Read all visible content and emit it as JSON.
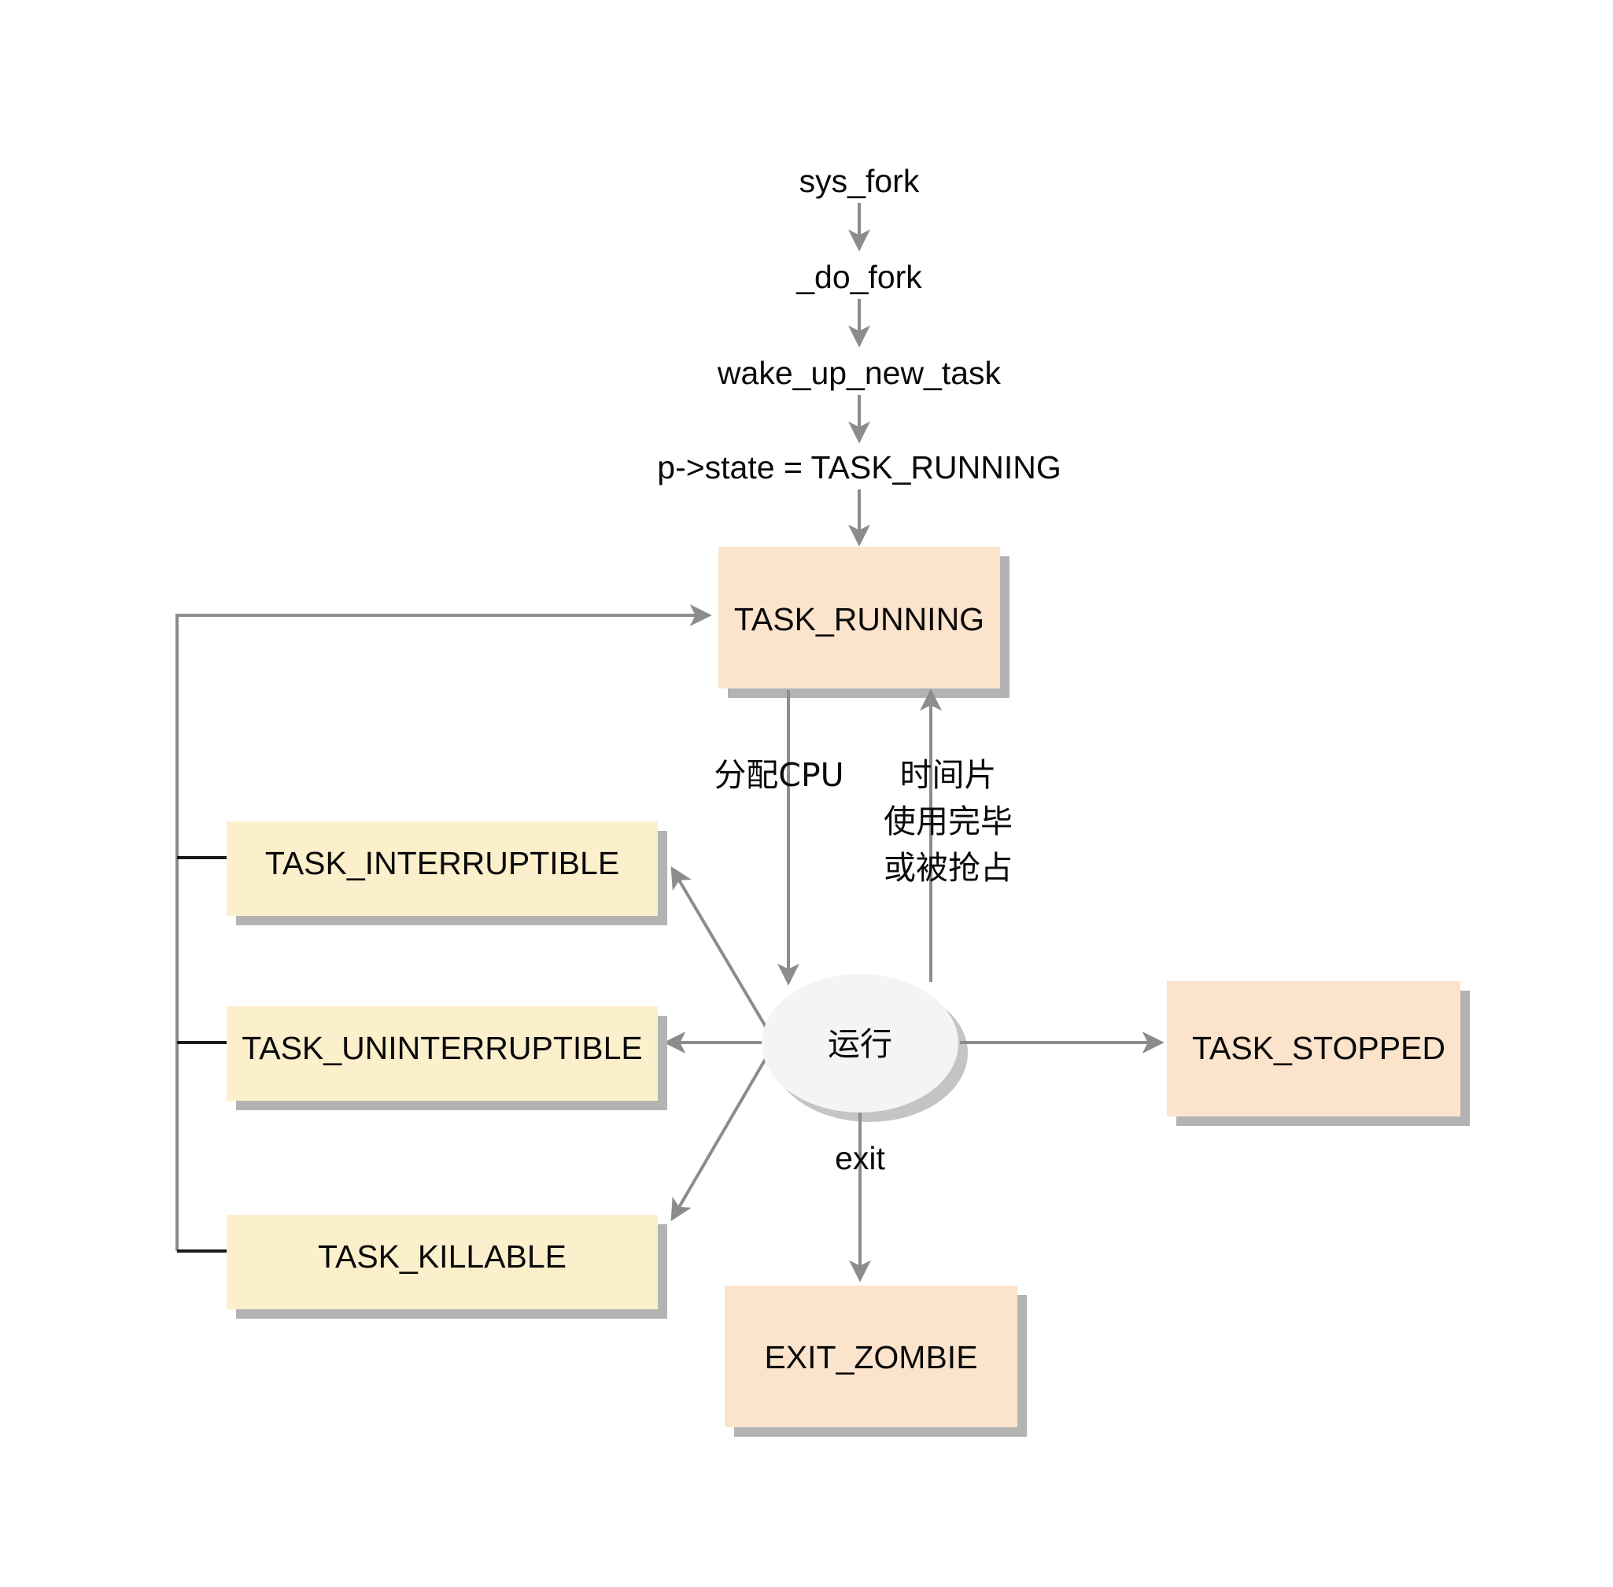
{
  "diagram": {
    "title": "Linux process state transition diagram",
    "background": "#ffffff",
    "colors": {
      "peach_node": "#FCE3CC",
      "yellow_node": "#FBEFCC",
      "ellipse_node": "#F4F4F4",
      "shadow": "#b3b3b3",
      "edge": "#8c8c8c",
      "edge_dark": "#1a1a1a",
      "text": "#0a0a0a"
    },
    "nodes": [
      {
        "id": "task_running",
        "label": "TASK_RUNNING",
        "shape": "rect",
        "fill": "peach_node"
      },
      {
        "id": "task_interruptible",
        "label": "TASK_INTERRUPTIBLE",
        "shape": "rect",
        "fill": "yellow_node"
      },
      {
        "id": "task_uninterruptible",
        "label": "TASK_UNINTERRUPTIBLE",
        "shape": "rect",
        "fill": "yellow_node"
      },
      {
        "id": "task_killable",
        "label": "TASK_KILLABLE",
        "shape": "rect",
        "fill": "yellow_node"
      },
      {
        "id": "running_ellipse",
        "label": "运行",
        "shape": "ellipse",
        "fill": "ellipse_node"
      },
      {
        "id": "task_stopped",
        "label": "TASK_STOPPED",
        "shape": "rect",
        "fill": "peach_node"
      },
      {
        "id": "exit_zombie",
        "label": "EXIT_ZOMBIE",
        "shape": "rect",
        "fill": "peach_node"
      }
    ],
    "flow_labels": [
      {
        "id": "sys_fork",
        "text": "sys_fork"
      },
      {
        "id": "do_fork",
        "text": "_do_fork"
      },
      {
        "id": "wake_up_new_task",
        "text": "wake_up_new_task"
      },
      {
        "id": "p_state_assign",
        "text": "p->state = TASK_RUNNING"
      }
    ],
    "edge_labels": [
      {
        "id": "alloc_cpu",
        "text": "分配CPU"
      },
      {
        "id": "timeslice_line1",
        "text": "时间片"
      },
      {
        "id": "timeslice_line2",
        "text": "使用完毕"
      },
      {
        "id": "timeslice_line3",
        "text": "或被抢占"
      },
      {
        "id": "exit",
        "text": "exit"
      }
    ]
  }
}
